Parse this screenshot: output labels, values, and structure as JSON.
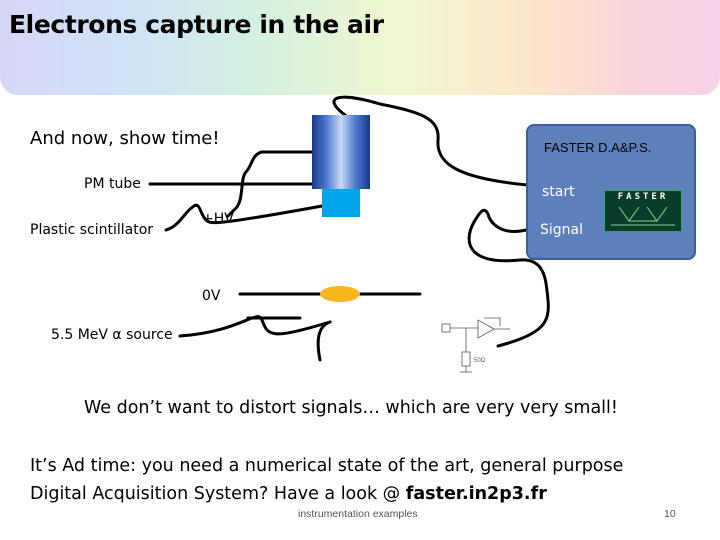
{
  "slide": {
    "title": "Electrons capture in the air",
    "intro": "And now, show time!",
    "labels": {
      "pm_tube": "PM tube",
      "plastic_scintillator": "Plastic scintillator",
      "hv": "+HV",
      "zero_v": "0V",
      "source": "5.5 MeV α source"
    },
    "faster": {
      "box_label": "FASTER D.A&P.S.",
      "start": "start",
      "signal": "Signal",
      "logo_text": "FASTER"
    },
    "circuit": {
      "resistor_label": "50Ω"
    },
    "statement": "We don’t want to distort signals… which are very very small!",
    "ad": {
      "line1": "It’s Ad time: you need a numerical state of the art, general purpose",
      "line2_prefix": "Digital Acquisition System? Have a look @ ",
      "link": "faster.in2p3.fr"
    },
    "footer": "instrumentation examples",
    "page_number": "10",
    "colors": {
      "faster_box": "#5d7fba",
      "scintillator": "#00a6ea",
      "source": "#f7b51e"
    }
  }
}
